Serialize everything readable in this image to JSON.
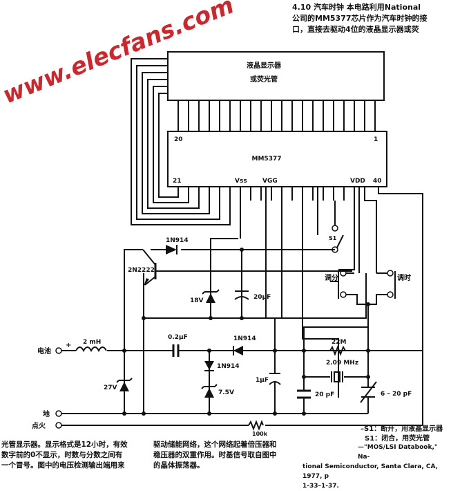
{
  "header": {
    "lines": [
      "4.10  汽车时钟   本电路利用National",
      "公司的MM5377芯片作为汽车时钟的接",
      "口，直接去驱动4位的液晶显示器或荧"
    ]
  },
  "watermark": "www.elecfans.com",
  "display": {
    "line1": "液晶显示器",
    "line2": "或荧光管"
  },
  "chip": {
    "name": "MM5377",
    "pin20": "20",
    "pin1": "1",
    "pin21": "21",
    "pin40": "40",
    "vss": "Vss",
    "vgg": "VGG",
    "vdd": "VDD"
  },
  "components": {
    "transistor": "2N2222",
    "diode_top": "1N914",
    "zener_18": "18V",
    "cap_20uf": "20μF",
    "inductor": "2 mH",
    "cap_02": "0.2μF",
    "diode_mid": "1N914",
    "diode_series": "1N914",
    "zener_75": "7.5V",
    "zener_27": "27V",
    "cap_1uf": "1μF",
    "res_22m": "22M",
    "crystal": "2.09 MHz",
    "cap_20pf": "20 pF",
    "trim_cap": "6 – 20 pF",
    "res_100k": "100k",
    "switch": "S1",
    "btn_min": "调分",
    "btn_hour": "调时"
  },
  "terminals": {
    "battery": "电池",
    "plus": "+",
    "ground": "地",
    "ignition": "点火"
  },
  "legend": {
    "s1_open": "–S1：断开，用液晶显示器",
    "s1_closed": "S1：闭合，用荧光管"
  },
  "body": {
    "col1": [
      "光管显示器。显示格式是12小时，有效",
      "数字前的0不显示，时数与分数之间有",
      "一个冒号。图中的电压检测输出端用来"
    ],
    "col2": [
      "驱动储能网络，这个网络起着倍压器和",
      "稳压器的双重作用。时基信号取自图中",
      "的晶体振荡器。"
    ],
    "source": [
      "—\"MOS/LSI Databook,\" Na-",
      "tional Semiconductor, Santa Clara, CA, 1977, p",
      "1-33–1-37."
    ]
  }
}
